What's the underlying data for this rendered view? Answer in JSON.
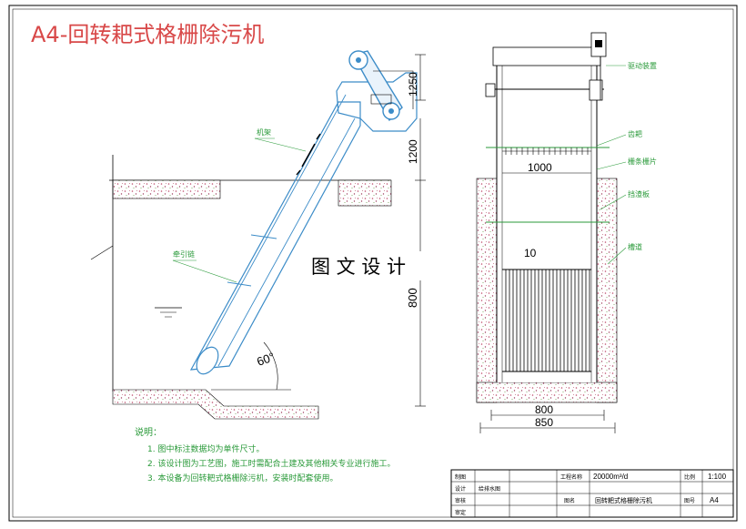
{
  "title": "A4-回转耙式格栅除污机",
  "watermark": "图 文 设 计",
  "side_view": {
    "callouts": {
      "frame": "机架",
      "chain": "牵引链"
    },
    "dims": {
      "d1250": "1250",
      "d1200": "1200",
      "d800": "800",
      "angle": "60°"
    }
  },
  "front_view": {
    "callouts": {
      "drive": "驱动装置",
      "rake": "齿耙",
      "grid": "栅条栅片",
      "plate": "挡渣板",
      "slot": "槽道"
    },
    "dims": {
      "d1000": "1000",
      "d10": "10",
      "d800": "800",
      "d850": "850"
    }
  },
  "notes": {
    "heading": "说明：",
    "items": [
      "1.  图中标注数据均为单件尺寸。",
      "2.  该设计图为工艺图，施工时需配合土建及其他相关专业进行施工。",
      "3.  本设备为回转耙式格栅除污机，安装时配套使用。"
    ]
  },
  "title_block": {
    "r1": {
      "a": "制图",
      "b": "工程名称",
      "c": "20000m³/d",
      "d": "比例",
      "e": "1:100"
    },
    "r2": {
      "a": "设计",
      "b": "给排水图"
    },
    "r3": {
      "a": "审核",
      "b": "图名",
      "c": "回转耙式格栅除污机",
      "d": "图号",
      "e": "A4"
    },
    "r4": {
      "a": "审定"
    }
  }
}
